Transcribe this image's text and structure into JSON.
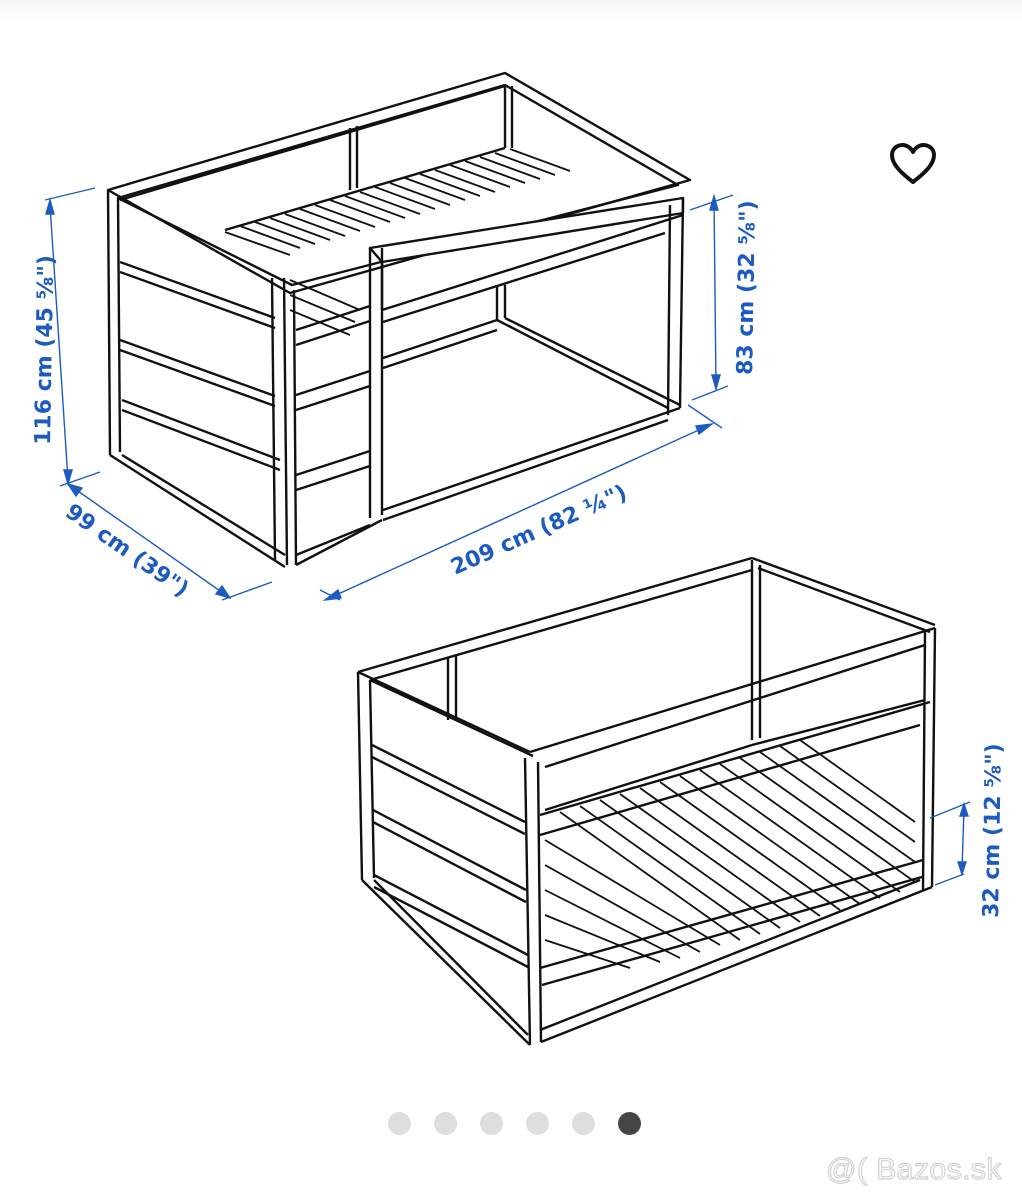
{
  "gallery": {
    "image_index": 6,
    "image_count": 6,
    "dots": [
      {
        "active": false
      },
      {
        "active": false
      },
      {
        "active": false
      },
      {
        "active": false
      },
      {
        "active": false
      },
      {
        "active": true
      }
    ],
    "favorite_icon": "heart-outline-icon"
  },
  "drawing": {
    "loft_bed": {
      "height_label": "116 cm (45 ⅝\")",
      "underside_label": "83 cm (32 ⅝\")",
      "width_label": "99 cm (39\")",
      "length_label": "209 cm (82 ¼\")"
    },
    "low_bed": {
      "height_label": "32 cm (12 ⅝\")"
    },
    "dimension_color": "#1d5bbf",
    "line_color": "#111111"
  },
  "watermark": {
    "text": "@( Bazos.sk"
  }
}
